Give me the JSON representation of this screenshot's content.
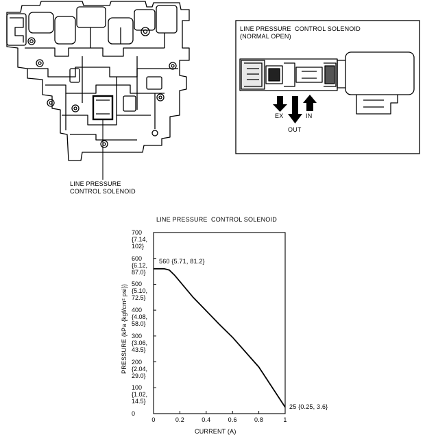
{
  "valve_body": {
    "callout_label": "LINE PRESSURE\nCONTROL SOLENOID"
  },
  "solenoid_detail": {
    "title": "LINE PRESSURE  CONTROL SOLENOID\n(NORMAL OPEN)",
    "port_ex": "EX",
    "port_out": "OUT",
    "port_in": "IN"
  },
  "chart_data": {
    "type": "line",
    "title": "LINE PRESSURE  CONTROL SOLENOID",
    "xlabel": "CURRENT (A)",
    "ylabel": "PRESSURE (kPa {kgf/cm² psi})",
    "xlim": [
      0,
      1
    ],
    "ylim": [
      0,
      700
    ],
    "x_ticks": [
      "0",
      "0.2",
      "0.4",
      "0.6",
      "0.8",
      "1"
    ],
    "y_ticks": [
      {
        "value": 0,
        "label": "0"
      },
      {
        "value": 100,
        "label": "100\n{1.02,\n14.5}"
      },
      {
        "value": 200,
        "label": "200\n{2.04,\n29.0}"
      },
      {
        "value": 300,
        "label": "300\n{3.06,\n43.5}"
      },
      {
        "value": 400,
        "label": "400\n{4.08,\n58.0}"
      },
      {
        "value": 500,
        "label": "500\n{5.10,\n72.5}"
      },
      {
        "value": 600,
        "label": "600\n{6.12,\n87.0}"
      },
      {
        "value": 700,
        "label": "700\n{7.14,\n102}"
      }
    ],
    "series": [
      {
        "x": [
          0,
          0.08,
          0.12,
          0.16,
          0.3,
          0.5,
          0.6,
          0.8,
          1.0
        ],
        "y": [
          560,
          560,
          555,
          535,
          450,
          345,
          295,
          180,
          25
        ]
      }
    ],
    "annotations": [
      {
        "x": 0,
        "y": 560,
        "text": "560 {5.71, 81.2}"
      },
      {
        "x": 1,
        "y": 25,
        "text": "25 {0.25, 3.6}"
      }
    ],
    "grid": false
  }
}
